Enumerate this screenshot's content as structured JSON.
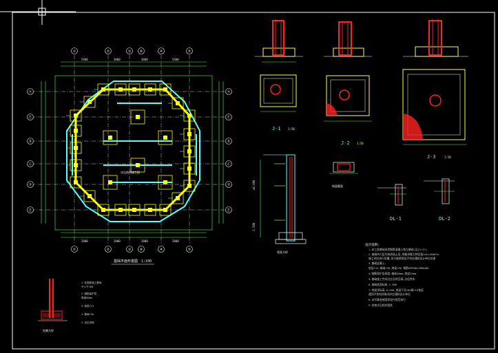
{
  "app": {
    "title": "CAD model space"
  },
  "colors": {
    "background": "#000000",
    "frame": "#ffffff",
    "axis": "#ffffff",
    "grid": "#55ff55",
    "beam": "#ffff00",
    "wall": "#55ffff",
    "rebar": "#ff2222",
    "dim": "#55ff55",
    "text": "#cfcfcf"
  },
  "plan": {
    "title": "基础平面布置图",
    "scale": "1:100",
    "top_axes": [
      "①",
      "②",
      "③",
      "④",
      "⑤",
      "⑥"
    ],
    "left_axes": [
      "Ⓐ",
      "Ⓑ",
      "Ⓒ",
      "Ⓓ",
      "Ⓔ",
      "Ⓕ"
    ],
    "top_dims": [
      "5400",
      "3000",
      "3000",
      "5400"
    ],
    "bottom_dims": [
      "2800",
      "2800",
      "2800",
      "2800"
    ],
    "center_note": "详见结构施工图"
  },
  "details": {
    "j1": {
      "label": "J-1",
      "scale": "1:50"
    },
    "j2": {
      "label": "J-2",
      "scale": "1:50"
    },
    "j3": {
      "label": "J-3",
      "scale": "1:50"
    },
    "dl1": {
      "label": "DL-1"
    },
    "dl2": {
      "label": "DL-2"
    },
    "elev": "-1.500",
    "elev2": "±0.000",
    "wall_section_title": "墙身大样",
    "beam_section_title": "地梁截面",
    "small_section_title": "柱脚大样",
    "small_notes": [
      "1.柱插筋锚入基础",
      "  不少于35d",
      "2.钢筋保护层",
      "  厚度40mm",
      "3.垫层C15",
      "4.基础C30",
      "5.详见说明"
    ]
  },
  "notes": {
    "title": "设计说明:",
    "lines": [
      "1.本工程基础采用钢筋混凝土独立基础(见J1~J3)",
      "2.基础持力层为粉质粘土层,地基承载力特征值fak=180kPa",
      "  施工时应进行验槽,如与勘察报告不符应通知设计单位处理",
      "3.基础混凝土:",
      "  垫层C15,基础C30,地梁C30         钢筋HPB300/HRB400",
      "4.钢筋保护层厚度:基础40mm,地梁35mm",
      "5.基础施工完毕后应及时回填,分层夯实",
      "6.基础底面标高-1.500",
      "7.地梁顶标高-0.050,地梁下设100厚C15垫层",
      "  遇到不良地质情况时应通知设计单位",
      "8.未尽事宜按国家现行规范执行",
      "9.其他详见相关图纸"
    ]
  }
}
